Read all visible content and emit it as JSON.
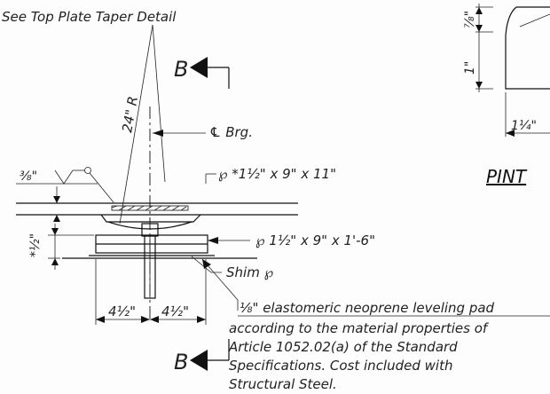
{
  "notes": {
    "top_left": "See Top Plate Taper Detail",
    "radius": "24\" R",
    "center_bearing": "℄ Brg.",
    "top_plate": "℘ *1½\" x 9\" x 11\"",
    "bottom_plate": "℘ 1½\" x 9\" x 1'-6\"",
    "shim_plate": "Shim ℘",
    "left_thickness": "⅜\"",
    "left_height": "*½\"",
    "dim_left": "4½\"",
    "dim_right": "4½\"",
    "pintle_label": "PINT"
  },
  "section": {
    "top_label": "B",
    "bottom_label": "B"
  },
  "neoprene_note": {
    "lines": [
      "⅛\" elastomeric neoprene leveling pad",
      "according to the material properties of",
      "Article 1052.02(a) of the Standard",
      "Specifications. Cost included with",
      "Structural Steel."
    ]
  },
  "detail_right": {
    "height_top": "⅞\"",
    "height_total": "1\"",
    "width": "1¼\""
  }
}
